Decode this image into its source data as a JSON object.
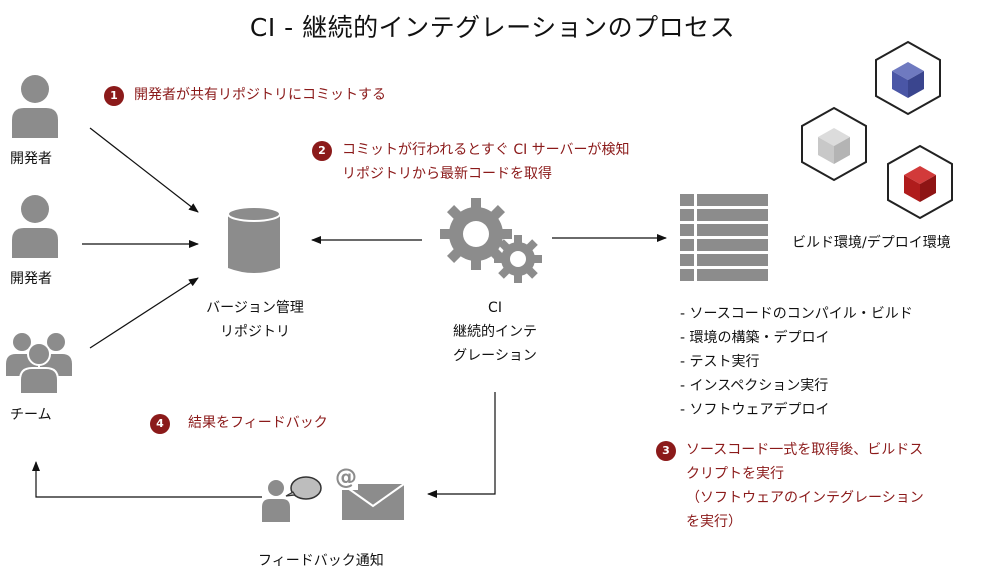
{
  "title": "CI - 継続的インテグレーションのプロセス",
  "actors": {
    "developer1": "開発者",
    "developer2": "開発者",
    "team": "チーム"
  },
  "steps": [
    {
      "number": "1",
      "lines": [
        "開発者が共有リポジトリにコミットする"
      ]
    },
    {
      "number": "2",
      "lines": [
        "コミットが行われるとすぐ CI サーバーが検知",
        "リポジトリから最新コードを取得"
      ]
    },
    {
      "number": "3",
      "lines": [
        "ソースコード一式を取得後、ビルドス",
        "クリプトを実行",
        "（ソフトウェアのインテグレーション",
        "を実行）"
      ]
    },
    {
      "number": "4",
      "lines": [
        "結果をフィードバック"
      ]
    }
  ],
  "repository": {
    "lines": [
      "バージョン管理",
      "リポジトリ"
    ]
  },
  "ci_server": {
    "lines": [
      "CI",
      "継続的インテ",
      "グレーション"
    ]
  },
  "build_env": {
    "label": "ビルド環境/デプロイ環境"
  },
  "tasks": [
    "- ソースコードのコンパイル・ビルド",
    "- 環境の構築・デプロイ",
    "- テスト実行",
    "- インスペクション実行",
    "- ソフトウェアデプロイ"
  ],
  "feedback": {
    "label": "フィードバック通知",
    "mail_symbol": "@"
  },
  "icons": {
    "person": "person-icon",
    "team": "team-icon",
    "database": "database-icon",
    "gears": "gears-icon",
    "server": "server-rack-icon",
    "cube": "cube-icon",
    "chat": "chat-person-icon",
    "mail": "mail-icon"
  },
  "colors": {
    "accent": "#8b1a1a",
    "icon_gray": "#8c8c8c",
    "cube_blue": "#4a56a6",
    "cube_gray": "#c8c8c8",
    "cube_red": "#b01c1c"
  }
}
